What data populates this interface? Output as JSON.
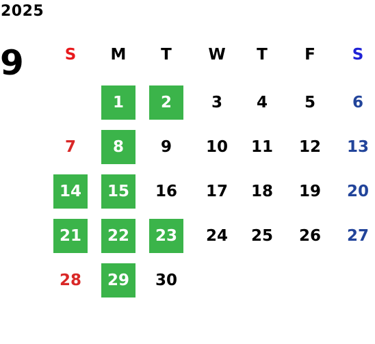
{
  "calendar": {
    "year": "2025",
    "month": "9",
    "weekdays": [
      "S",
      "M",
      "T",
      "W",
      "T",
      "F",
      "S"
    ],
    "weeks": [
      [
        null,
        "1",
        "2",
        "3",
        "4",
        "5",
        "6"
      ],
      [
        "7",
        "8",
        "9",
        "10",
        "11",
        "12",
        "13"
      ],
      [
        "14",
        "15",
        "16",
        "17",
        "18",
        "19",
        "20"
      ],
      [
        "21",
        "22",
        "23",
        "24",
        "25",
        "26",
        "27"
      ],
      [
        "28",
        "29",
        "30",
        null,
        null,
        null,
        null
      ]
    ],
    "highlighted_days": [
      "1",
      "2",
      "8",
      "14",
      "15",
      "21",
      "22",
      "23",
      "29"
    ]
  },
  "colors": {
    "highlight_bg": "#3bb44a",
    "highlight_text": "#ffffff",
    "sunday_header": "#e8191c",
    "saturday_header": "#1f22d6",
    "sunday_day": "#d92827",
    "saturday_day": "#22449a",
    "weekday_text": "#000000"
  }
}
